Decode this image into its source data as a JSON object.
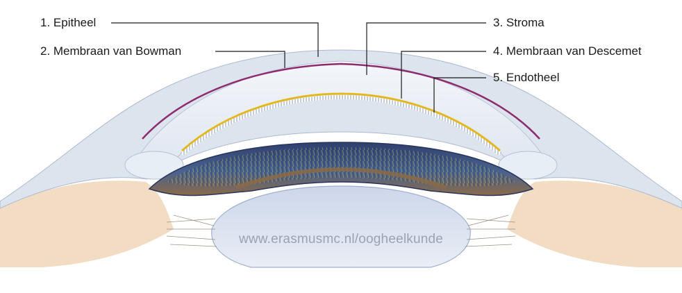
{
  "labels": {
    "epithelium": "1. Epitheel",
    "bowman": "2. Membraan van Bowman",
    "stroma": "3. Stroma",
    "descemet": "4. Membraan van Descemet",
    "endothelium": "5. Endotheel"
  },
  "watermark": "www.erasmusmc.nl/oogheelkunde",
  "colors": {
    "cornea": "#e7edf5",
    "bowman_layer": "#8e2a6e",
    "descemet_layer": "#e3b81f",
    "iris_outer": "#3a4c7c",
    "iris_inner": "#7a5a3a",
    "lens": "#c9d3e6",
    "sclera": "#f0d7bd"
  }
}
